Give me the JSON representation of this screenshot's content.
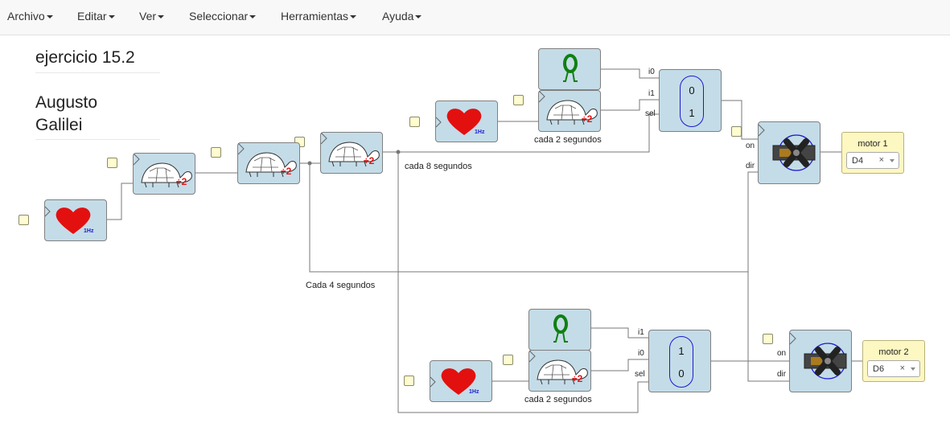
{
  "menu": {
    "archivo": "Archivo",
    "editar": "Editar",
    "ver": "Ver",
    "seleccionar": "Seleccionar",
    "herramientas": "Herramientas",
    "ayuda": "Ayuda"
  },
  "title": "ejercicio 15.2",
  "author_line1": "Augusto",
  "author_line2": "Galilei",
  "hz_label": "1Hz",
  "divider_label": "÷2",
  "labels": {
    "cada8": "cada 8 segundos",
    "cada4": "Cada 4 segundos",
    "cada2_top": "cada 2 segundos",
    "cada2_bottom": "cada 2 segundos"
  },
  "mux_top": {
    "i0": "i0",
    "i1": "i1",
    "sel": "sel",
    "val_top": "0",
    "val_bottom": "1"
  },
  "mux_bottom": {
    "i1": "i1",
    "i0": "i0",
    "sel": "sel",
    "val_top": "1",
    "val_bottom": "0"
  },
  "servo_top": {
    "on": "on",
    "dir": "dir"
  },
  "servo_bottom": {
    "on": "on",
    "dir": "dir"
  },
  "motor1": {
    "title": "motor 1",
    "pin": "D4",
    "clear": "×"
  },
  "motor2": {
    "title": "motor 2",
    "pin": "D6",
    "clear": "×"
  },
  "colors": {
    "heart": "#e31010",
    "divider": "#e01818",
    "constant_zero": "#108010",
    "block_bg": "#c4dce8",
    "mux_border": "#1a1ad0",
    "info_bg": "#fdf7c2"
  }
}
